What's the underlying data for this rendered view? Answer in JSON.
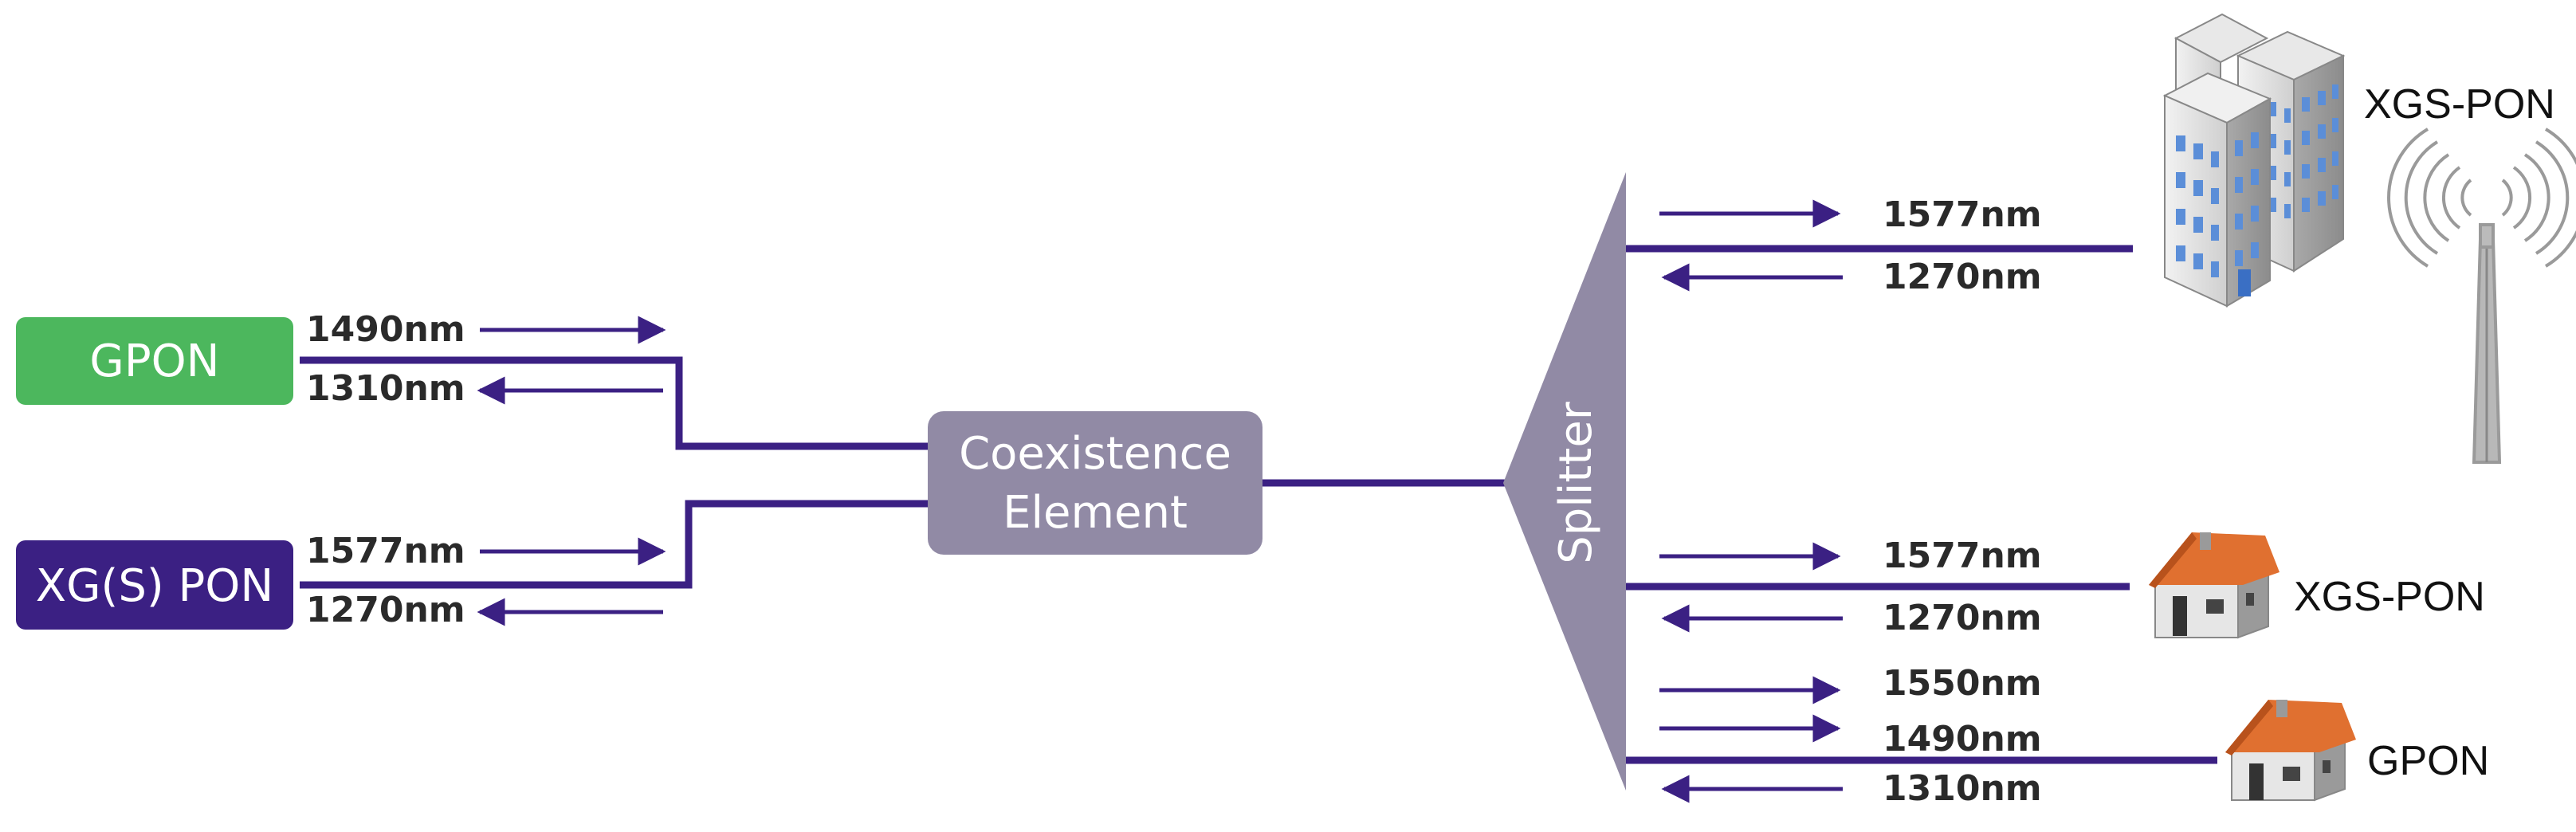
{
  "colors": {
    "line": "#3b2083",
    "gpon_box": "#4cb75d",
    "xgs_box": "#3b2083",
    "element_box": "#918aa5",
    "roof": "#e07030"
  },
  "left": {
    "gpon": {
      "label": "GPON",
      "down": "1490nm",
      "up": "1310nm"
    },
    "xgspon": {
      "label": "XG(S) PON",
      "down": "1577nm",
      "up": "1270nm"
    }
  },
  "coexistence": {
    "line1": "Coexistence",
    "line2": "Element"
  },
  "splitter": {
    "label": "Splitter"
  },
  "right": {
    "building": {
      "down": "1577nm",
      "up": "1270nm",
      "label": "XGS-PON",
      "icon": "office-building-icon"
    },
    "tower": {
      "icon": "cell-tower-icon"
    },
    "house1": {
      "down": "1577nm",
      "up": "1270nm",
      "label": "XGS-PON",
      "icon": "house-icon"
    },
    "house2": {
      "down1": "1550nm",
      "down2": "1490nm",
      "up": "1310nm",
      "label": "GPON",
      "icon": "house-icon"
    }
  }
}
